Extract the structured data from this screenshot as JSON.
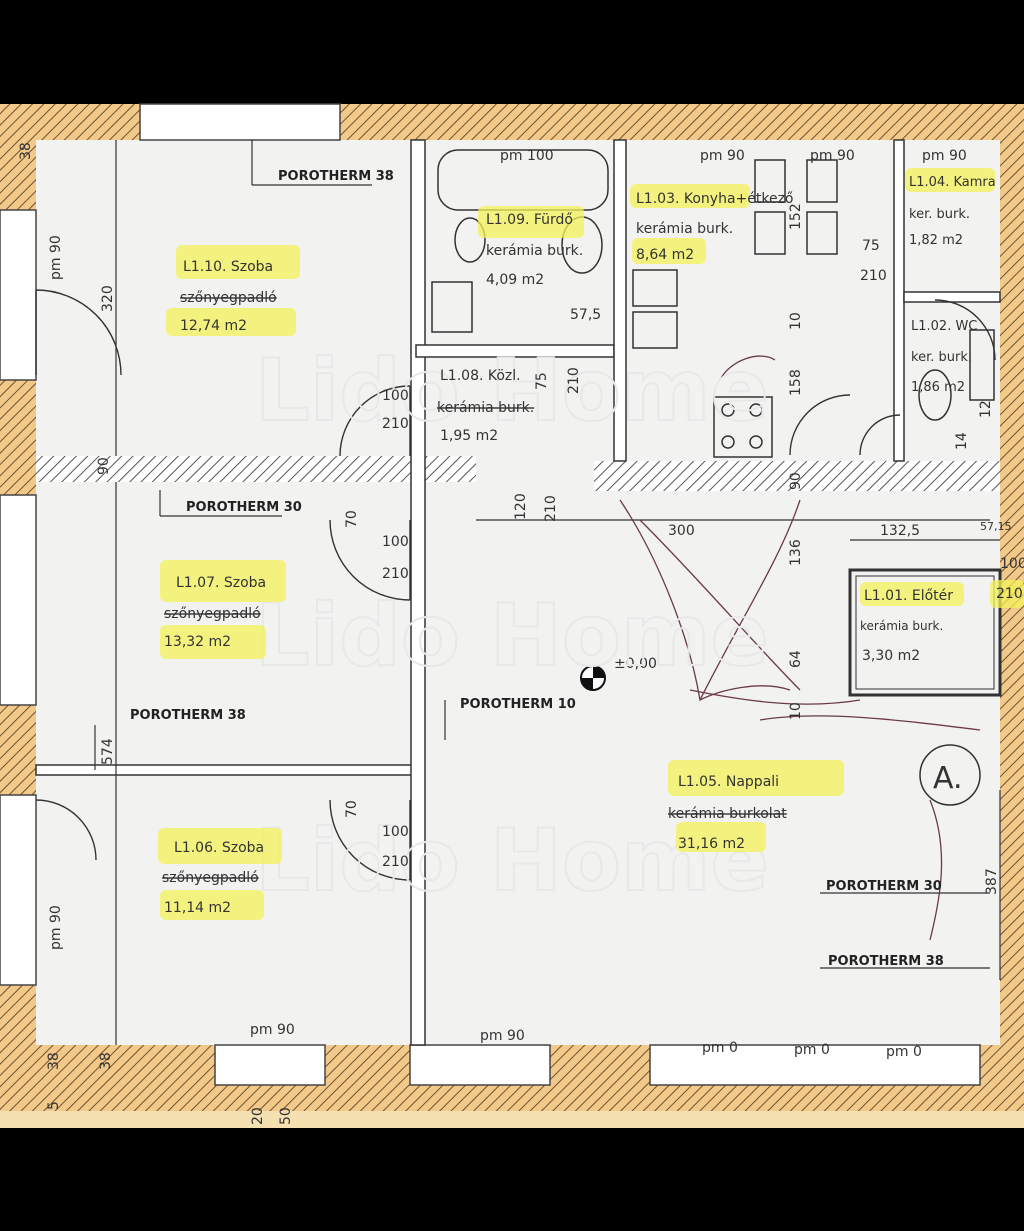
{
  "watermark": "Lido Home",
  "rooms": [
    {
      "id": "l110",
      "code": "L1.10. Szoba",
      "floor": "szőnyegpadló",
      "area": "12,74 m2"
    },
    {
      "id": "l109",
      "code": "L1.09. Fürdő",
      "floor": "kerámia burk.",
      "area": "4,09 m2"
    },
    {
      "id": "l103",
      "code": "L1.03. Konyha+étkező",
      "floor": "kerámia burk.",
      "area": "8,64 m2"
    },
    {
      "id": "l104",
      "code": "L1.04. Kamra",
      "floor": "ker. burk.",
      "area": "1,82 m2"
    },
    {
      "id": "l102",
      "code": "L1.02. WC",
      "floor": "ker. burk.",
      "area": "1,86 m2"
    },
    {
      "id": "l108",
      "code": "L1.08. Közl.",
      "floor": "kerámia burk.",
      "area": "1,95 m2"
    },
    {
      "id": "l107",
      "code": "L1.07. Szoba",
      "floor": "szőnyegpadló",
      "area": "13,32 m2"
    },
    {
      "id": "l101",
      "code": "L1.01. Előtér",
      "floor": "kerámia burk.",
      "area": "3,30 m2"
    },
    {
      "id": "l106",
      "code": "L1.06. Szoba",
      "floor": "szőnyegpadló",
      "area": "11,14 m2"
    },
    {
      "id": "l105",
      "code": "L1.05. Nappali",
      "floor": "kerámia burkolat",
      "area": "31,16 m2"
    }
  ],
  "wall_labels": {
    "w1": "POROTHERM 38",
    "w2": "POROTHERM 30",
    "w3": "POROTHERM 38",
    "w4": "POROTHERM 10",
    "w5": "POROTHERM 30",
    "w6": "POROTHERM 38"
  },
  "dims": {
    "pm90_a": "pm 90",
    "pm90_b": "pm 90",
    "pm100": "pm 100",
    "pm90_c": "pm 90",
    "pm90_d": "pm 90",
    "pm90_e": "pm 90",
    "pm90_f": "pm 90",
    "pm0_a": "pm 0",
    "pm0_b": "pm 0",
    "pm0_c": "pm 0",
    "d320": "320",
    "d574": "574",
    "d387": "387",
    "d300": "300",
    "d1325": "132,5",
    "d575a": "57,5",
    "d100a": "100",
    "d210a": "210",
    "d100b": "100",
    "d210b": "210",
    "d100c": "100",
    "d210c": "210",
    "d75a": "75",
    "d210d": "210",
    "d75b": "75",
    "d210e": "210",
    "d120": "120",
    "d210f": "210",
    "d152": "152",
    "d158": "158",
    "d10a": "10",
    "d136": "136",
    "d64": "64",
    "d10b": "10",
    "d90a": "90",
    "d90b": "90",
    "d70a": "70",
    "d70b": "70",
    "d38a": "38",
    "d38b": "38",
    "d38c": "38",
    "d5": "5",
    "d20": "20",
    "d50": "50",
    "d100d": "100",
    "d210g": "210",
    "d5715": "57,15",
    "d12": "12",
    "d14": "14",
    "level": "±0,00",
    "section": "A."
  }
}
